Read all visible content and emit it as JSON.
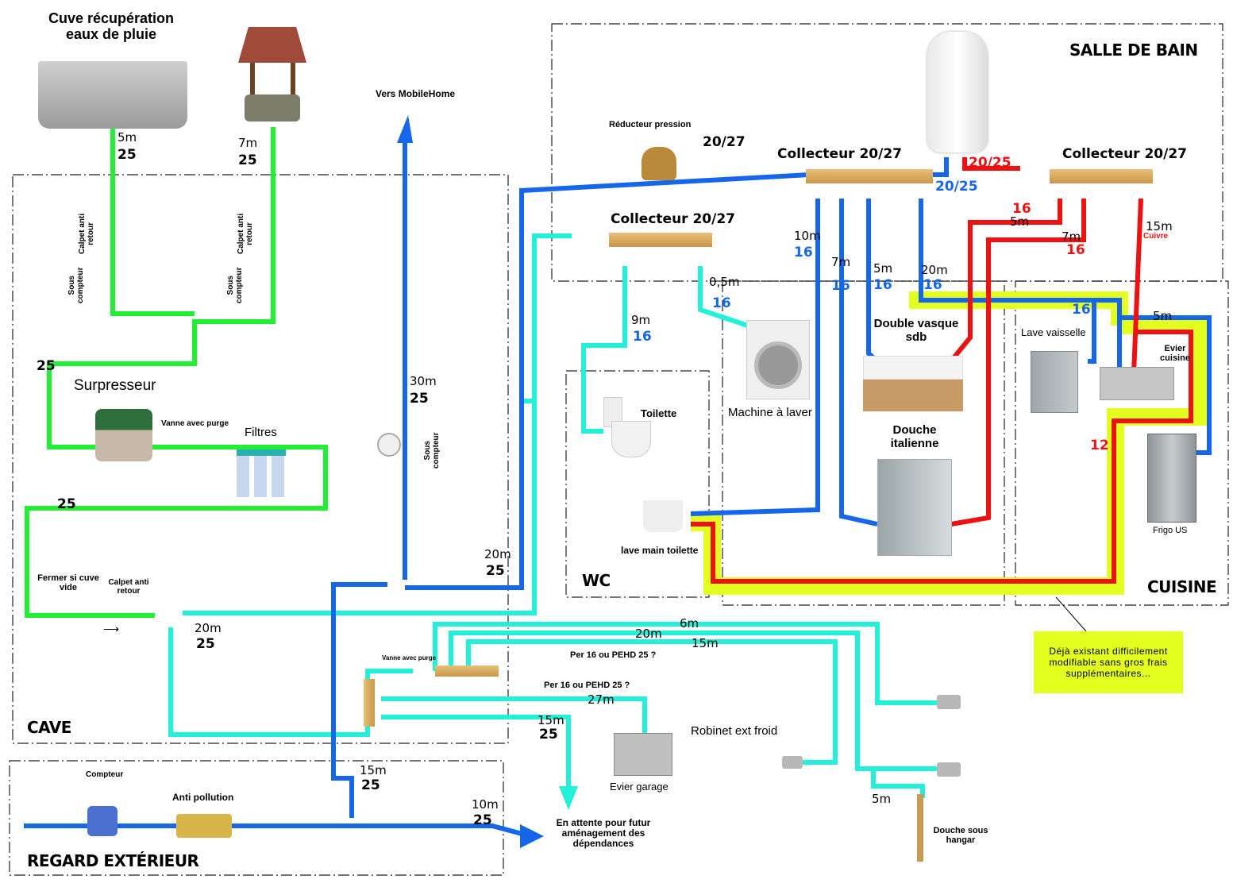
{
  "zones": {
    "cave": "CAVE",
    "regard": "REGARD EXTÉRIEUR",
    "salle_de_bain": "SALLE DE BAIN",
    "wc": "WC",
    "cuisine": "CUISINE"
  },
  "sources": {
    "cuve": "Cuve récupération\neaux de pluie",
    "cuve_len": "5m",
    "cuve_dia": "25",
    "puits_len": "7m",
    "puits_dia": "25"
  },
  "cave": {
    "calpet1": "Calpet anti\nretour",
    "calpet2": "Calpet anti\nretour",
    "sous_compteur1": "Sous\ncompteur",
    "sous_compteur2": "Sous\ncompteur",
    "dia_a": "25",
    "surpresseur": "Surpresseur",
    "vanne_purge": "Vanne avec purge",
    "filtres": "Filtres",
    "dia_b": "25",
    "fermer": "Fermer si cuve\nvide",
    "calpet3": "Calpet anti\nretour",
    "tee_len": "20m",
    "tee_dia": "25",
    "vanne_purge2": "Vanne avec purge"
  },
  "mobilehome": {
    "label": "Vers MobileHome",
    "len": "30m",
    "dia": "25",
    "sous_compteur": "Sous\ncompteur",
    "feed_len": "20m",
    "feed_dia": "25"
  },
  "regard": {
    "compteur": "Compteur",
    "anti_pollution": "Anti pollution",
    "up_len": "15m",
    "up_dia": "25",
    "out_len": "10m",
    "out_dia": "25",
    "attente": "En attente pour futur\naménagement des\ndépendances"
  },
  "sdb": {
    "reducteur": "Réducteur pression",
    "reducteur_dia": "20/27",
    "collecteur_froid": "Collecteur 20/27",
    "collecteur_chaud": "Collecteur 20/27",
    "collecteur_ext": "Collecteur 20/27",
    "cold_out": "20/25",
    "hot_out": "20/25",
    "lines": [
      {
        "len": "10m",
        "dia": "16"
      },
      {
        "len": "7m",
        "dia": "16"
      },
      {
        "len": "5m",
        "dia": "16"
      },
      {
        "len": "20m",
        "dia": "16"
      }
    ],
    "hot_lines": [
      {
        "len": "5m",
        "dia": "16"
      },
      {
        "len": "7m",
        "dia": "16"
      },
      {
        "len": "15m",
        "material": "Cuivre"
      }
    ],
    "double_vasque": "Double vasque\nsdb",
    "douche": "Douche\nitalienne",
    "machine": "Machine à laver",
    "machine_len": "0,5m",
    "machine_dia": "16"
  },
  "wc": {
    "toilet_len": "9m",
    "toilet_dia": "16",
    "toilette": "Toilette",
    "lave_main": "lave main toilette"
  },
  "cuisine": {
    "dia": "16",
    "lave_vaisselle": "Lave vaisselle",
    "evier": "Evier\ncuisine",
    "len": "5m",
    "hot_dia": "12",
    "frigo": "Frigo US"
  },
  "exterieur": {
    "per1": "Per 16 ou PEHD 25 ?",
    "per2": "Per 16 ou PEHD 25 ?",
    "len_6": "6m",
    "len_20": "20m",
    "len_15": "15m",
    "garage_len": "27m",
    "attente_len": "15m",
    "attente_dia": "25",
    "evier_garage": "Evier garage",
    "robinet": "Robinet ext froid",
    "douche_len": "5m",
    "douche": "Douche sous\nhangar"
  },
  "note": "Déjà existant difficilement modifiable sans gros frais supplémentaires...",
  "colors": {
    "green_pipe": "#22ee33",
    "blue_pipe": "#1566e8",
    "cyan_pipe": "#22f0d8",
    "red_pipe": "#ee1111",
    "yellow_highlight": "#e2ff1f"
  }
}
